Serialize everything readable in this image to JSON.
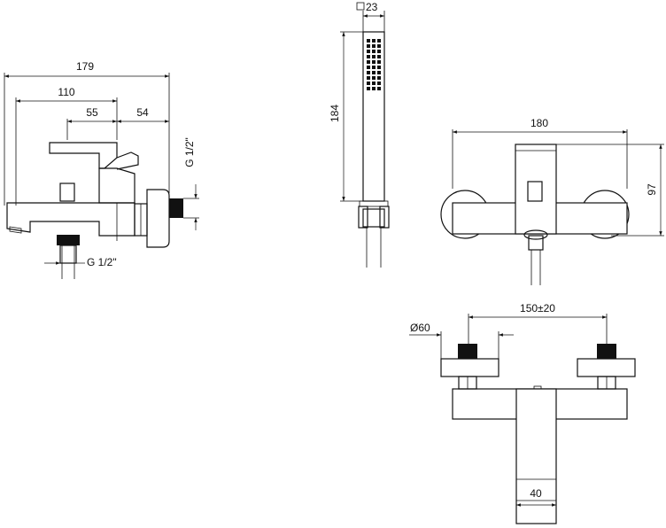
{
  "dimensions": {
    "overall_width_side": "179",
    "spout_reach": "110",
    "body_offset": "55",
    "inlet_offset": "54",
    "inlet_thread_side": "G 1/2\"",
    "outlet_thread_bottom": "G 1/2\"",
    "handshower_width": "23",
    "handshower_length": "184",
    "front_width": "180",
    "front_height": "97",
    "escutcheon_diameter": "Ø60",
    "centres": "150±20",
    "spout_width": "40"
  }
}
